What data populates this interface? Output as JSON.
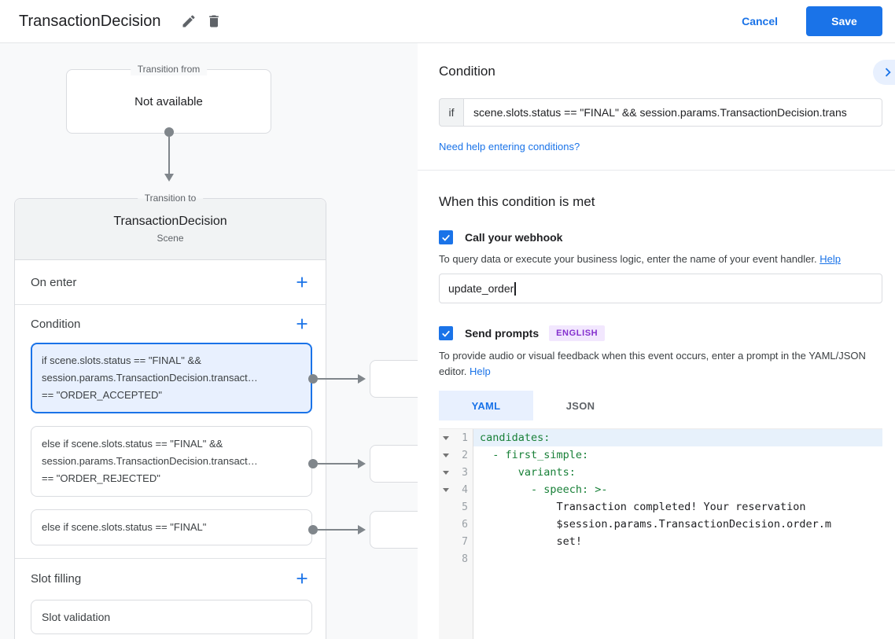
{
  "titlebar": {
    "title": "TransactionDecision",
    "cancel_label": "Cancel",
    "save_label": "Save"
  },
  "diagram": {
    "transition_from_label": "Transition from",
    "not_available": "Not available",
    "transition_to_label": "Transition to",
    "scene_title": "TransactionDecision",
    "scene_subtitle": "Scene",
    "on_enter_label": "On enter",
    "condition_label": "Condition",
    "slot_filling_label": "Slot filling",
    "slot_validation_label": "Slot validation",
    "conditions": [
      {
        "selected": true,
        "lines": [
          "if scene.slots.status == \"FINAL\" &&",
          "session.params.TransactionDecision.transact…",
          "== \"ORDER_ACCEPTED\""
        ]
      },
      {
        "selected": false,
        "lines": [
          "else if scene.slots.status == \"FINAL\" &&",
          "session.params.TransactionDecision.transact…",
          "== \"ORDER_REJECTED\""
        ]
      },
      {
        "selected": false,
        "lines": [
          "else if scene.slots.status == \"FINAL\""
        ]
      }
    ]
  },
  "panel": {
    "heading": "Condition",
    "if_label": "if",
    "if_value": "scene.slots.status == \"FINAL\" && session.params.TransactionDecision.trans",
    "conditions_help_link": "Need help entering conditions?",
    "when_heading": "When this condition is met",
    "webhook_label": "Call your webhook",
    "webhook_helper": "To query data or execute your business logic, enter the name of your event handler.",
    "webhook_help_link": "Help",
    "webhook_value": "update_order",
    "prompts_label": "Send prompts",
    "language_badge": "ENGLISH",
    "prompts_helper": "To provide audio or visual feedback when this event occurs, enter a prompt in the YAML/JSON editor.",
    "prompts_help_link": "Help",
    "tab_yaml": "YAML",
    "tab_json": "JSON",
    "editor_lines": [
      {
        "num": "1",
        "fold": true,
        "active": true,
        "type": "key",
        "text": "candidates:"
      },
      {
        "num": "2",
        "fold": true,
        "active": false,
        "type": "key",
        "text": "  - first_simple:"
      },
      {
        "num": "3",
        "fold": true,
        "active": false,
        "type": "key",
        "text": "      variants:"
      },
      {
        "num": "4",
        "fold": true,
        "active": false,
        "type": "key",
        "text": "        - speech: >-"
      },
      {
        "num": "5",
        "fold": false,
        "active": false,
        "type": "plain",
        "text": "            Transaction completed! Your reservation"
      },
      {
        "num": "6",
        "fold": false,
        "active": false,
        "type": "plain",
        "text": "            $session.params.TransactionDecision.order.m"
      },
      {
        "num": "7",
        "fold": false,
        "active": false,
        "type": "plain",
        "text": "            set!"
      },
      {
        "num": "8",
        "fold": false,
        "active": false,
        "type": "plain",
        "text": ""
      }
    ]
  },
  "colors": {
    "accent_blue": "#1a73e8",
    "selected_condition_bg": "#e8f0fe",
    "selected_condition_border": "#1a73e8",
    "badge_bg": "#f2e7fe",
    "badge_text": "#8430ce",
    "yaml_key_green": "#188038",
    "canvas_bg": "#f8f9fa",
    "card_header_bg": "#f1f3f4"
  }
}
